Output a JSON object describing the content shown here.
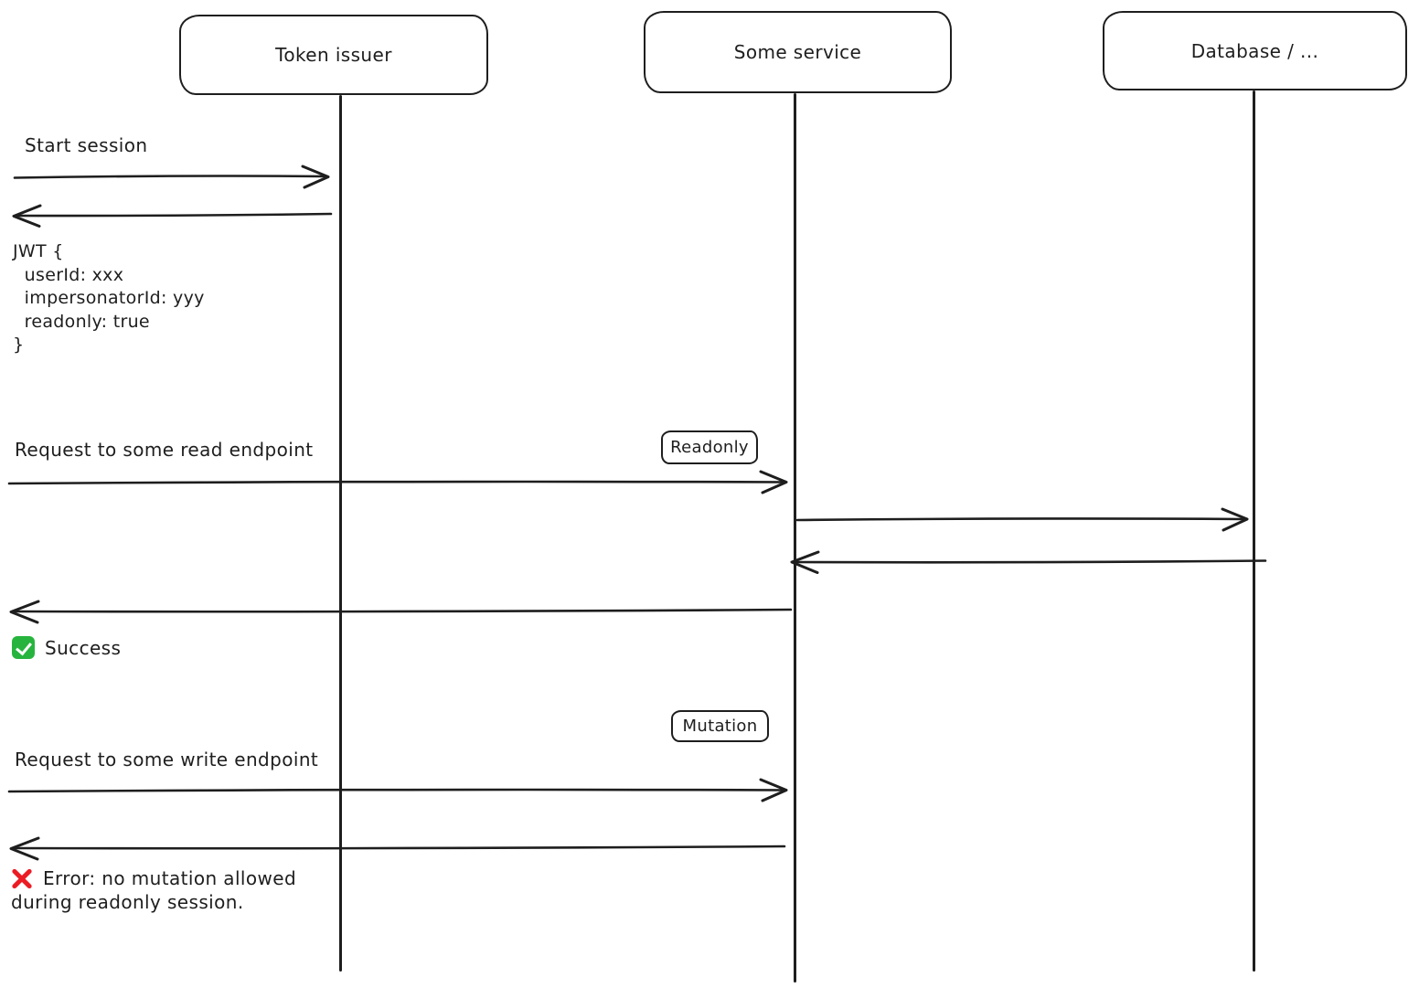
{
  "diagram": {
    "type": "sequence-diagram",
    "style": "hand-drawn",
    "colors": {
      "ink": "#1e1e1e",
      "background": "#ffffff",
      "success_green": "#27b43e",
      "error_red": "#ec1c24"
    },
    "actors": [
      {
        "label": "Token issuer"
      },
      {
        "label": "Some service"
      },
      {
        "label": "Database / ..."
      }
    ],
    "labels": {
      "start_session": "Start session",
      "jwt_block": "JWT {\n  userId: xxx\n  impersonatorId: yyy\n  readonly: true\n}",
      "read_request": "Request to some read endpoint",
      "readonly_badge": "Readonly",
      "success_text": "Success",
      "mutation_badge": "Mutation",
      "write_request": "Request to some write endpoint",
      "error_line1": "Error: no mutation allowed",
      "error_line2": "during readonly session."
    },
    "icons": {
      "success": "check-badge-icon",
      "error": "cross-mark-icon"
    },
    "messages": [
      {
        "from": "client",
        "to": "Token issuer",
        "text": "Start session",
        "direction": "right"
      },
      {
        "from": "Token issuer",
        "to": "client",
        "text": "JWT { userId: xxx, impersonatorId: yyy, readonly: true }",
        "direction": "left"
      },
      {
        "from": "client",
        "to": "Some service",
        "text": "Request to some read endpoint",
        "badge": "Readonly",
        "direction": "right"
      },
      {
        "from": "Some service",
        "to": "Database / ...",
        "text": "",
        "direction": "right"
      },
      {
        "from": "Database / ...",
        "to": "Some service",
        "text": "",
        "direction": "left"
      },
      {
        "from": "Some service",
        "to": "client",
        "text": "Success",
        "status": "success",
        "direction": "left"
      },
      {
        "from": "client",
        "to": "Some service",
        "text": "Request to some write endpoint",
        "badge": "Mutation",
        "direction": "right"
      },
      {
        "from": "Some service",
        "to": "client",
        "text": "Error: no mutation allowed during readonly session.",
        "status": "error",
        "direction": "left"
      }
    ]
  }
}
